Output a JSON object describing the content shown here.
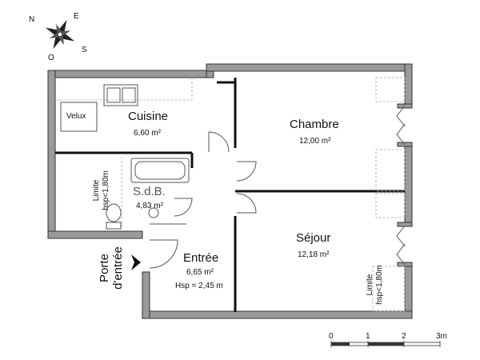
{
  "compass": {
    "n": "N",
    "e": "E",
    "s": "S",
    "o": "O"
  },
  "rooms": {
    "cuisine": {
      "name": "Cuisine",
      "area": "6,60 m²"
    },
    "chambre": {
      "name": "Chambre",
      "area": "12,00 m²"
    },
    "sdb": {
      "name": "S.d.B.",
      "area": "4,83 m²"
    },
    "sejour": {
      "name": "Séjour",
      "area": "12,18 m²"
    },
    "entree": {
      "name": "Entrée",
      "area": "6,65 m²",
      "height": "Hsp = 2,45 m"
    }
  },
  "labels": {
    "velux": "Velux",
    "limite_left": [
      "Limite",
      "hsp<1,80m"
    ],
    "limite_right": [
      "Limite",
      "hsp<1,80m"
    ],
    "porte": [
      "Porte",
      "d'entrée"
    ]
  },
  "scale": {
    "ticks": [
      "0",
      "1",
      "2",
      "3m"
    ]
  },
  "colors": {
    "wall": "#9a9a9a",
    "line": "#111111"
  }
}
